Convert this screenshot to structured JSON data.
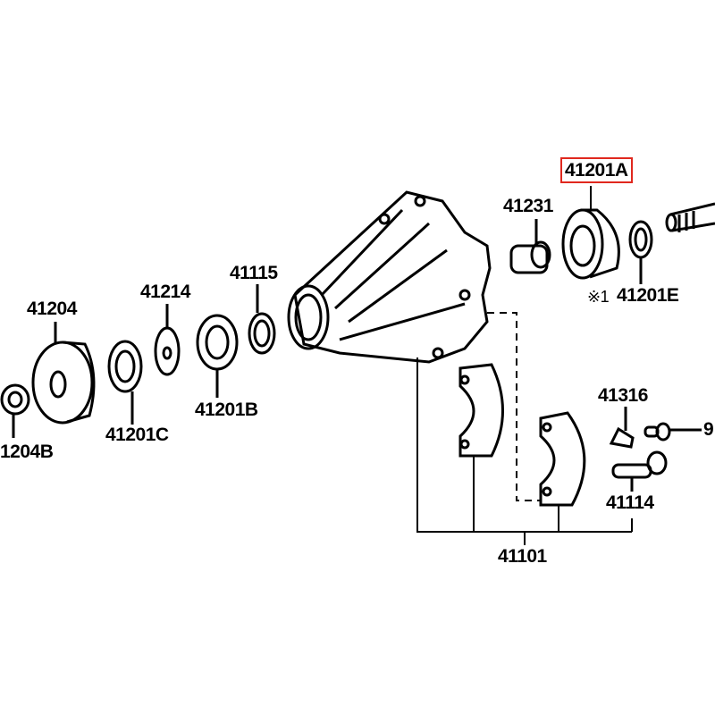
{
  "diagram": {
    "highlight_color": "#e0281e",
    "labels": {
      "p41201A": "41201A",
      "p41231": "41231",
      "p41201E": "41201E",
      "note_mark": "※1",
      "p41115": "41115",
      "p41214": "41214",
      "p41204": "41204",
      "p41201B": "41201B",
      "p41201C": "41201C",
      "p41204B": "1204B",
      "p41316": "41316",
      "p90": "9",
      "p41114": "41114",
      "p41101": "41101"
    }
  }
}
